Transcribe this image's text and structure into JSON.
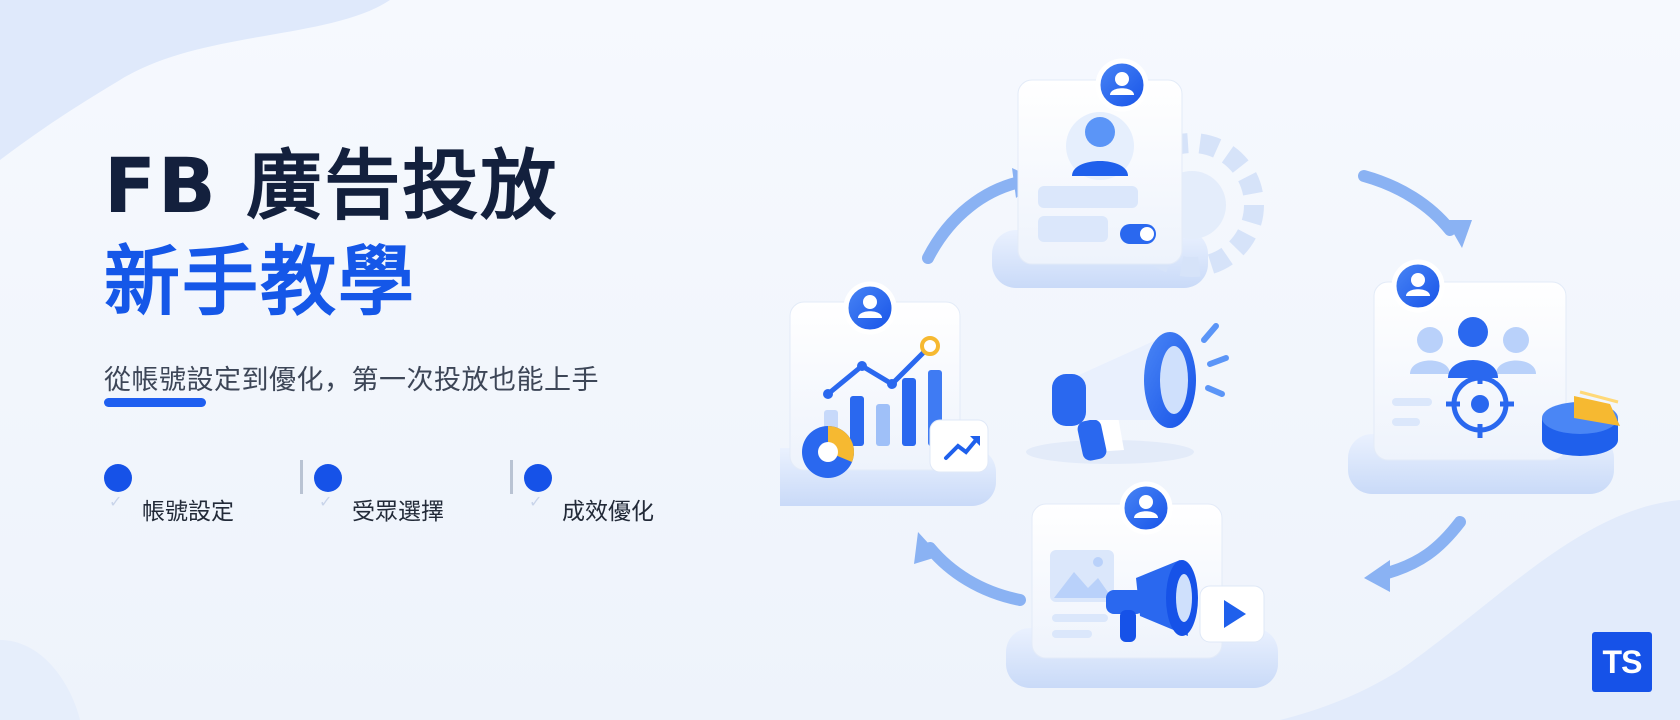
{
  "hero": {
    "title_line1": "FB 廣告投放",
    "title_line2": "新手教學",
    "subtitle": "從帳號設定到優化，第一次投放也能上手"
  },
  "features": [
    {
      "icon": "check-icon",
      "label": "帳號設定"
    },
    {
      "icon": "check-icon",
      "label": "受眾選擇"
    },
    {
      "icon": "check-icon",
      "label": "成效優化"
    }
  ],
  "check_glyph": "✓",
  "logo_text": "TS",
  "colors": {
    "brand_blue": "#1557e8",
    "title_dark": "#13203d",
    "accent_yellow": "#f6b931",
    "light_blue": "#bcd4fb"
  }
}
